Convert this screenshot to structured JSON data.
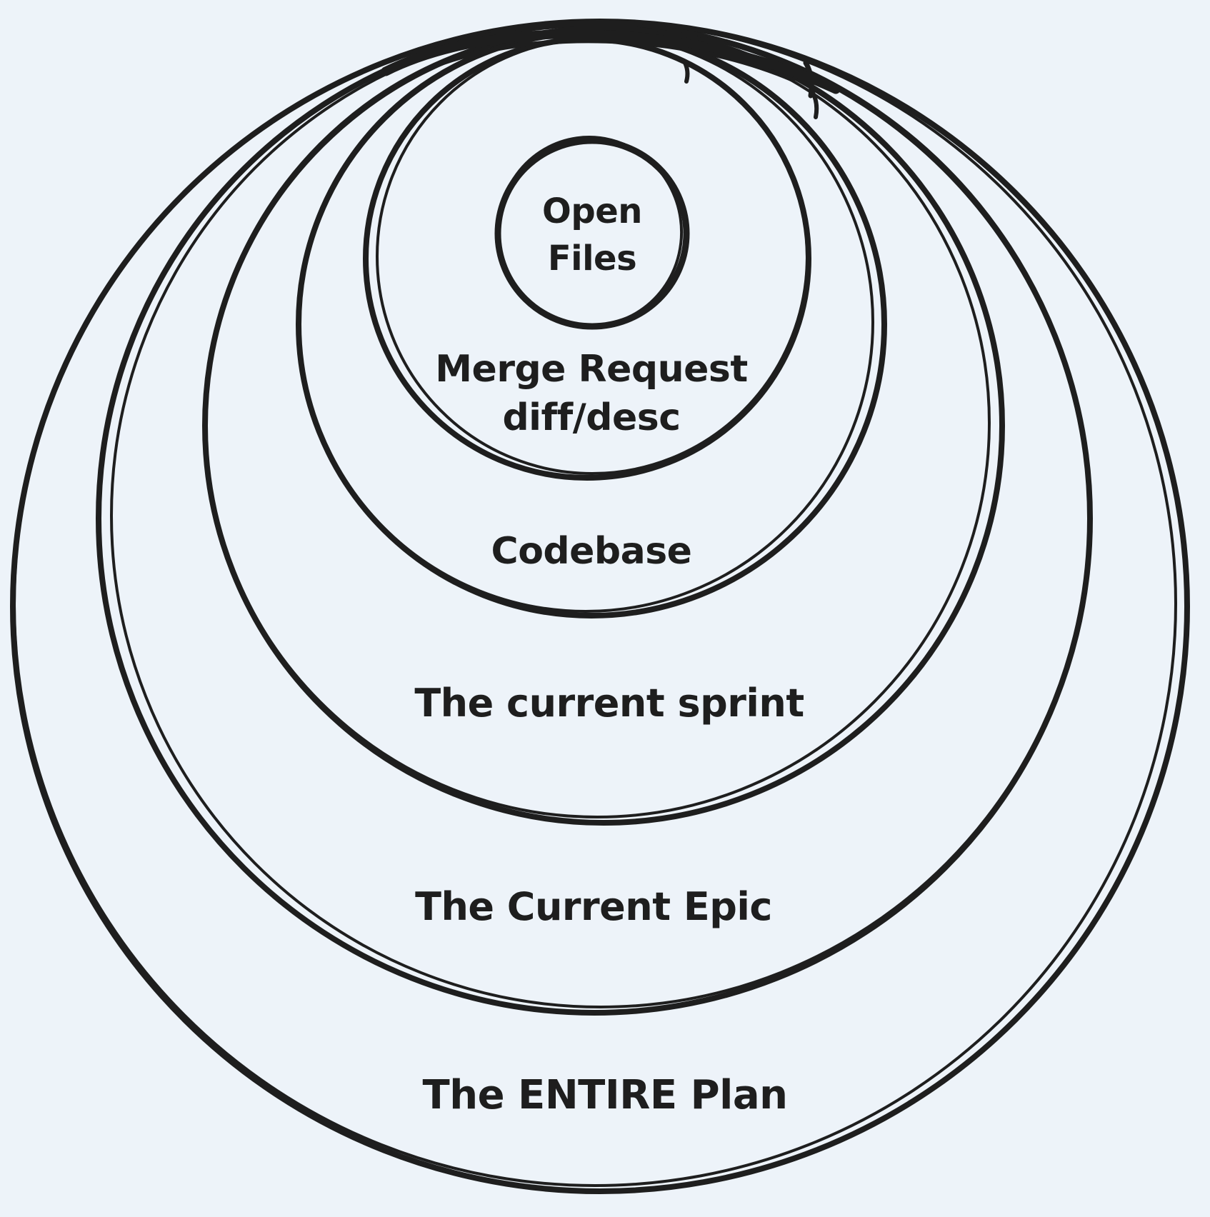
{
  "colors": {
    "background": "#edf3f9",
    "ink": "#1e1e1e"
  },
  "diagram": {
    "type": "nested-concentric-circles",
    "style": "hand-drawn sketch",
    "rings": [
      {
        "id": "open-files",
        "level": 1,
        "label": "Open\nFiles"
      },
      {
        "id": "merge-request",
        "level": 2,
        "label": "Merge Request\ndiff/desc"
      },
      {
        "id": "codebase",
        "level": 3,
        "label": "Codebase"
      },
      {
        "id": "current-sprint",
        "level": 4,
        "label": "The current sprint"
      },
      {
        "id": "current-epic",
        "level": 5,
        "label": "The Current Epic"
      },
      {
        "id": "entire-plan",
        "level": 6,
        "label": "The ENTIRE Plan"
      }
    ]
  }
}
